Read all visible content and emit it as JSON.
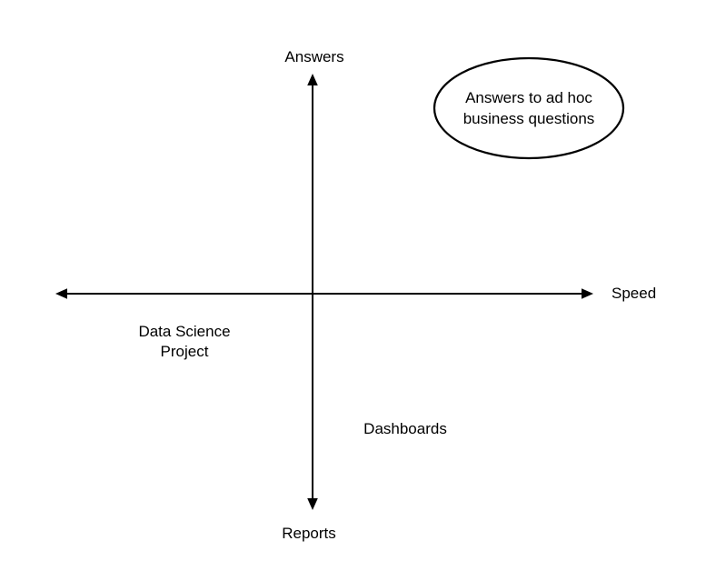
{
  "diagram": {
    "axes": {
      "top_label": "Answers",
      "right_label": "Speed",
      "bottom_label": "Reports"
    },
    "quadrant_labels": {
      "data_science_project": "Data Science\nProject",
      "dashboards": "Dashboards"
    },
    "callout": {
      "text": "Answers to ad hoc\nbusiness questions"
    },
    "colors": {
      "line": "#000000",
      "text": "#000000",
      "background": "#ffffff"
    }
  }
}
